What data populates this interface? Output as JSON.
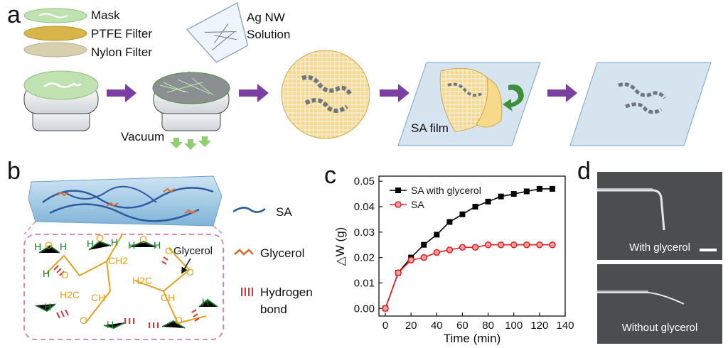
{
  "panels": {
    "a": "a",
    "b": "b",
    "c": "c",
    "d": "d"
  },
  "panel_a": {
    "mask": "Mask",
    "ptfe": "PTFE Filter",
    "nylon": "Nylon Filter",
    "solution_line1": "Ag NW",
    "solution_line2": "Solution",
    "vacuum": "Vacuum",
    "sa_film": "SA film"
  },
  "panel_b": {
    "legend_sa": "SA",
    "legend_glycerol": "Glycerol",
    "legend_hbond_line1": "Hydrogen",
    "legend_hbond_line2": "bond",
    "glycerol_arrow_label": "Glycerol",
    "atom_o": "O",
    "atom_h": "H",
    "group_ch2": "CH2",
    "group_ch": "CH",
    "group_h2c": "H2C"
  },
  "panel_d": {
    "top_caption": "With glycerol",
    "bottom_caption": "Without glycerol"
  },
  "chart_data": {
    "type": "line",
    "title": "",
    "xlabel": "Time (min)",
    "ylabel": "△W (g)",
    "xlim": [
      -5,
      140
    ],
    "ylim": [
      -0.003,
      0.052
    ],
    "xticks": [
      0,
      20,
      40,
      60,
      80,
      100,
      120,
      140
    ],
    "yticks": [
      0.0,
      0.01,
      0.02,
      0.03,
      0.04,
      0.05
    ],
    "ytick_labels": [
      "0.00",
      "0.01",
      "0.02",
      "0.03",
      "0.04",
      "0.05"
    ],
    "legend_position": "top-left",
    "grid": false,
    "series": [
      {
        "name": "SA with glycerol",
        "color": "#000000",
        "marker": "square",
        "x": [
          0,
          10,
          20,
          30,
          40,
          50,
          60,
          70,
          80,
          90,
          100,
          110,
          120,
          130
        ],
        "y": [
          0.0,
          0.014,
          0.02,
          0.025,
          0.029,
          0.034,
          0.037,
          0.04,
          0.042,
          0.044,
          0.045,
          0.046,
          0.047,
          0.047
        ]
      },
      {
        "name": "SA",
        "color": "#e02020",
        "marker": "circle",
        "x": [
          0,
          10,
          20,
          30,
          40,
          50,
          60,
          70,
          80,
          90,
          100,
          110,
          120,
          130
        ],
        "y": [
          0.0,
          0.014,
          0.019,
          0.02,
          0.022,
          0.023,
          0.024,
          0.024,
          0.025,
          0.025,
          0.025,
          0.025,
          0.025,
          0.025
        ]
      }
    ]
  },
  "colors": {
    "mask_green": "#bfe2b0",
    "ptfe_gold": "#d7b548",
    "nylon_beige": "#d8cfae",
    "arrow_purple": "#7a3fa0",
    "film_blue": "#d6e4ef",
    "pattern_gray": "#6f7680",
    "glycerol_orange": "#e0a21b",
    "water_green": "#1d7a2f",
    "hbond_red": "#d43838",
    "dashed_pink": "#e08aa3"
  }
}
